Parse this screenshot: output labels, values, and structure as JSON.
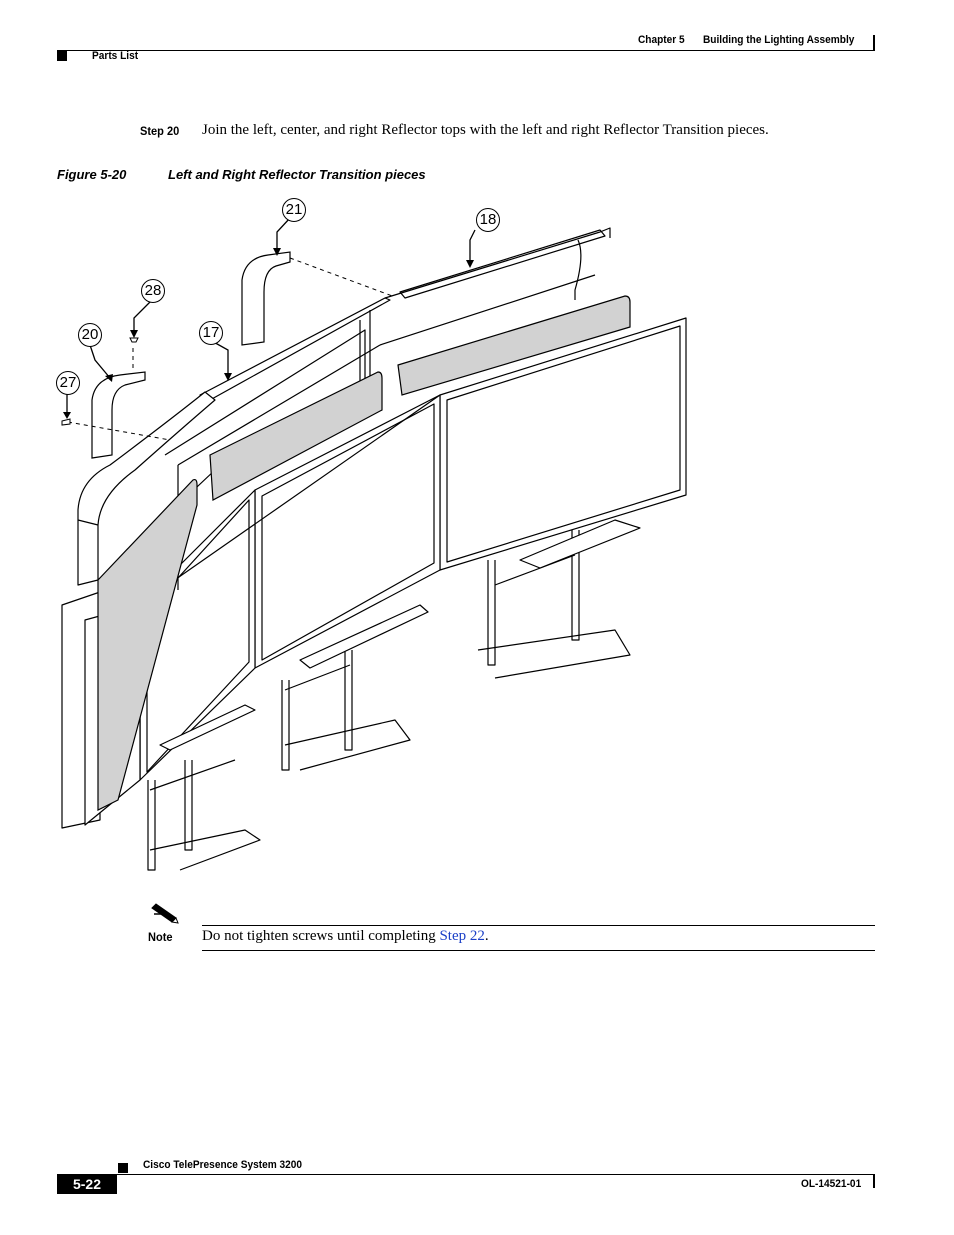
{
  "header": {
    "chapter": "Chapter 5",
    "chapter_title": "Building the Lighting Assembly",
    "section": "Parts List"
  },
  "step": {
    "label": "Step 20",
    "text": "Join the left, center, and right Reflector tops with the left and right Reflector Transition pieces."
  },
  "figure": {
    "number": "Figure 5-20",
    "title": "Left and Right Reflector Transition pieces",
    "callouts": [
      "21",
      "18",
      "28",
      "17",
      "20",
      "27"
    ]
  },
  "note": {
    "label": "Note",
    "text_before": "Do not tighten screws until completing ",
    "link": "Step 22",
    "text_after": "."
  },
  "footer": {
    "product": "Cisco TelePresence System 3200",
    "page": "5-22",
    "doc_id": "OL-14521-01"
  }
}
